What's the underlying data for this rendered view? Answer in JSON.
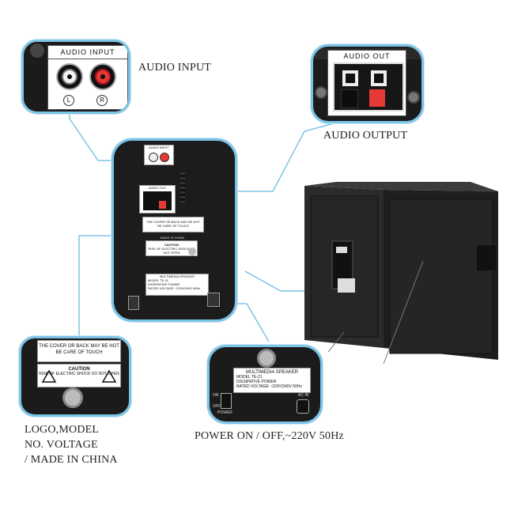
{
  "captions": {
    "audio_input": "AUDIO INPUT",
    "audio_output": "AUDIO OUTPUT",
    "logo_line1": "LOGO,MODEL",
    "logo_line2": "NO. VOLTAGE",
    "logo_line3": "/ MADE IN CHINA",
    "power": "POWER ON / OFF,~220V 50Hz"
  },
  "panel_labels": {
    "audio_input": "AUDIO INPUT",
    "audio_out": "AUDIO OUT",
    "left": "L",
    "right": "R",
    "hot_warning_1": "THE COVER OR BACK MAY BE HOT",
    "hot_warning_2": "BE CARE OF TOUCH",
    "made_in_china": "MADE IN CHINA",
    "caution": "CAUTION",
    "caution_sub": "RISK OF ELECTRIC SHOCK DO NOT OPEN",
    "multimedia_speaker": "MULTIMEDIA SPEAKER",
    "model": "MODEL",
    "model_value": "TE-21",
    "dissipative_power": "DISSIPATIVE POWER",
    "rated_voltage": "RATED VOLTAGE",
    "voltage_value": "~220V/240V 50Hz",
    "on": "ON",
    "off": "OFF",
    "power": "POWER",
    "ac_in": "AC IN"
  },
  "colors": {
    "accent_line": "#7cc3e6",
    "panel": "#1b1b1b",
    "speaker_red": "#e53935"
  }
}
